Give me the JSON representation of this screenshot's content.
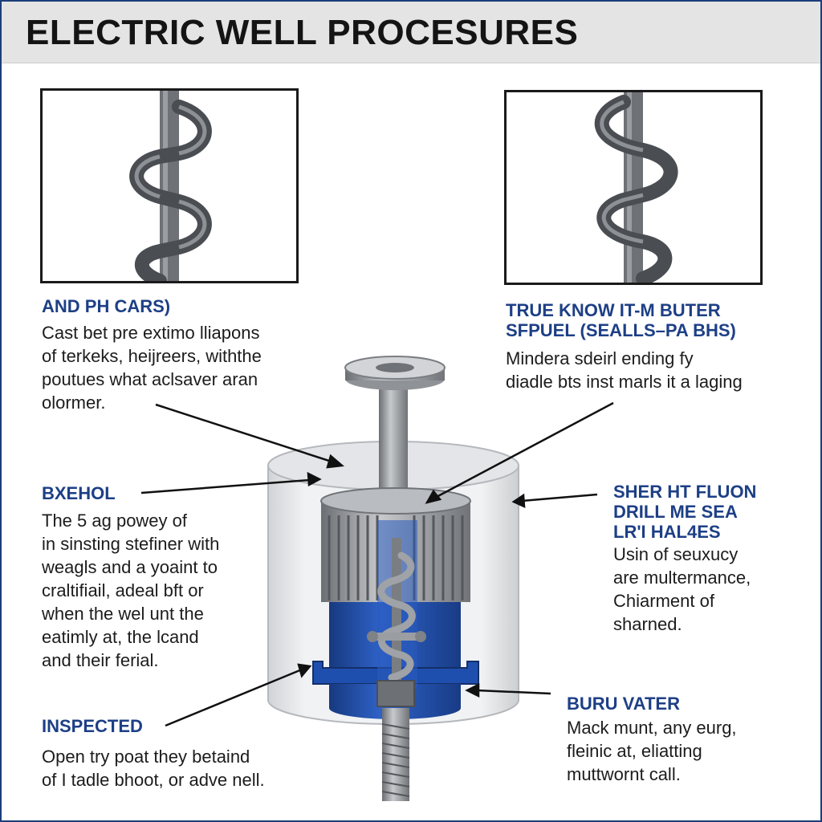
{
  "title": "ELECTRIC WELL PROCESURES",
  "colors": {
    "heading": "#1d3f86",
    "frame": "#1d3d7a",
    "pump_blue": "#1f4fae",
    "metal": "#8c8f93",
    "auger": "#4a4d52"
  },
  "icons": [
    "auger-icon",
    "auger-icon",
    "pump-motor-icon"
  ],
  "sections": {
    "top_left": {
      "heading": "AND PH CARS)",
      "body": "Cast bet pre extimo lliapons\nof terkeks, heijreers, withthe\npoutues what aclsaver aran\nolormer."
    },
    "top_right": {
      "heading": "TRUE KNOW IT-M BUTER\nSFPUEL (SEALLS–PA BHS)",
      "body": "Mindera sdeirl ending fy\ndiadle bts inst marls it a laging"
    },
    "mid_left": {
      "heading": "BXEHOL",
      "body": "The 5 ag powey of\nin sinsting stefiner with\nweagls and a yoaint to\ncraltifiail, adeal bft or\nwhen the wel unt the\neatimly at, the lcand\nand their ferial."
    },
    "mid_right": {
      "heading": "SHER HT FLUON\nDRILL ME SEA\nLR'I HAL4ES",
      "body": "Usin of seuxucy\nare multermance,\nChiarment of\nsharned."
    },
    "bottom_left": {
      "heading": "INSPECTED",
      "body": "Open try poat they betaind\nof I tadle bhoot, or adve nell."
    },
    "bottom_right": {
      "heading": "BURU VATER",
      "body": "Mack munt, any eurg,\nfleinic at, eliatting\nmuttwornt call."
    }
  }
}
